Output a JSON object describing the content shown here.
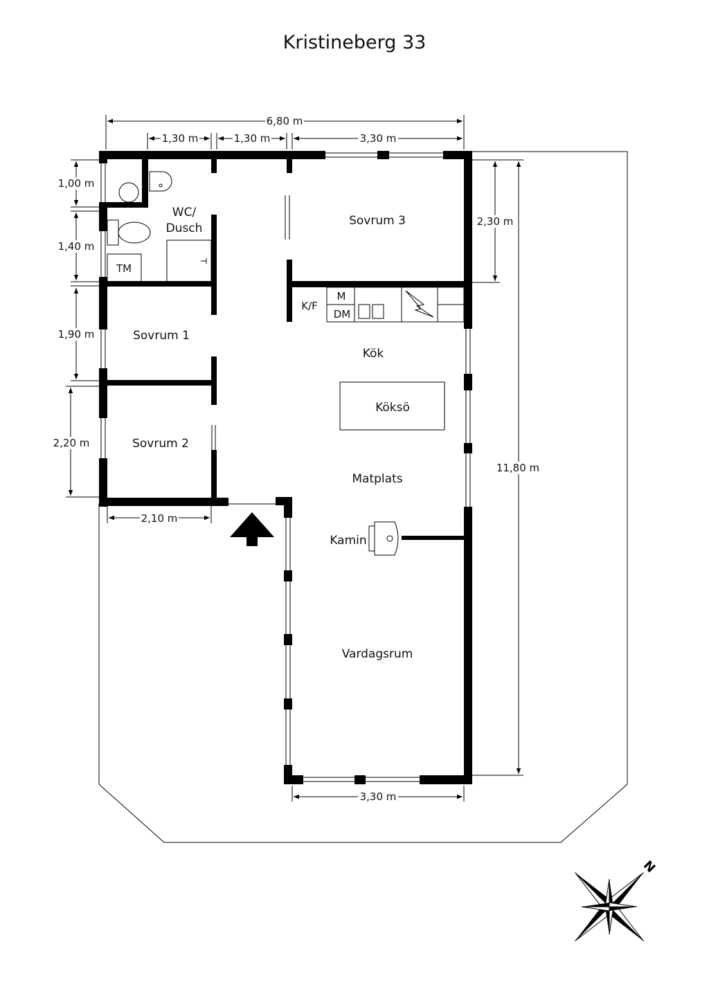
{
  "title": "Kristineberg 33",
  "rooms": {
    "wc": "WC/",
    "wc2": "Dusch",
    "tm": "TM",
    "sovrum3": "Sovrum 3",
    "sovrum1": "Sovrum 1",
    "sovrum2": "Sovrum 2",
    "kok": "Kök",
    "kokso": "Köksö",
    "matplats": "Matplats",
    "kamin": "Kamin",
    "vardagsrum": "Vardagsrum",
    "kf": "K/F",
    "m": "M",
    "dm": "DM"
  },
  "dimensions": {
    "total_width": "6,80 m",
    "top_a": "1,30 m",
    "top_b": "1,30 m",
    "top_c": "3,30 m",
    "left_1": "1,00 m",
    "left_2": "1,40 m",
    "left_3": "1,90 m",
    "left_4": "2,20 m",
    "bottom_left": "2,10 m",
    "right_1": "2,30 m",
    "total_height": "11,80 m",
    "bottom": "3,30 m"
  },
  "compass": {
    "north_label": "N",
    "icon": "compass-rose-icon"
  },
  "entrance": {
    "icon": "entrance-arrow-icon"
  }
}
